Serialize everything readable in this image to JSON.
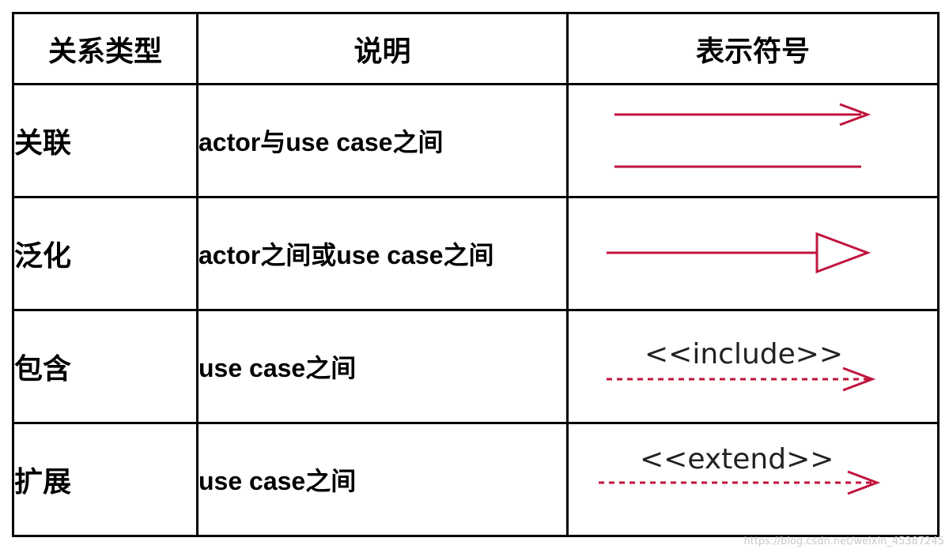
{
  "header": {
    "type": "关系类型",
    "desc": "说明",
    "symbol": "表示符号"
  },
  "rows": [
    {
      "type": "关联",
      "desc": "actor与use case之间",
      "symbol": "association-arrow",
      "stereotype": ""
    },
    {
      "type": "泛化",
      "desc": "actor之间或use case之间",
      "symbol": "generalization-arrow",
      "stereotype": ""
    },
    {
      "type": "包含",
      "desc": "use case之间",
      "symbol": "include-dashed-arrow",
      "stereotype": "<<include>>"
    },
    {
      "type": "扩展",
      "desc": "use case之间",
      "symbol": "extend-dashed-arrow",
      "stereotype": "<<extend>>"
    }
  ],
  "colors": {
    "line": "#c0143c",
    "border": "#000000"
  },
  "watermark": "https://blog.csdn.net/weixin_45387245"
}
